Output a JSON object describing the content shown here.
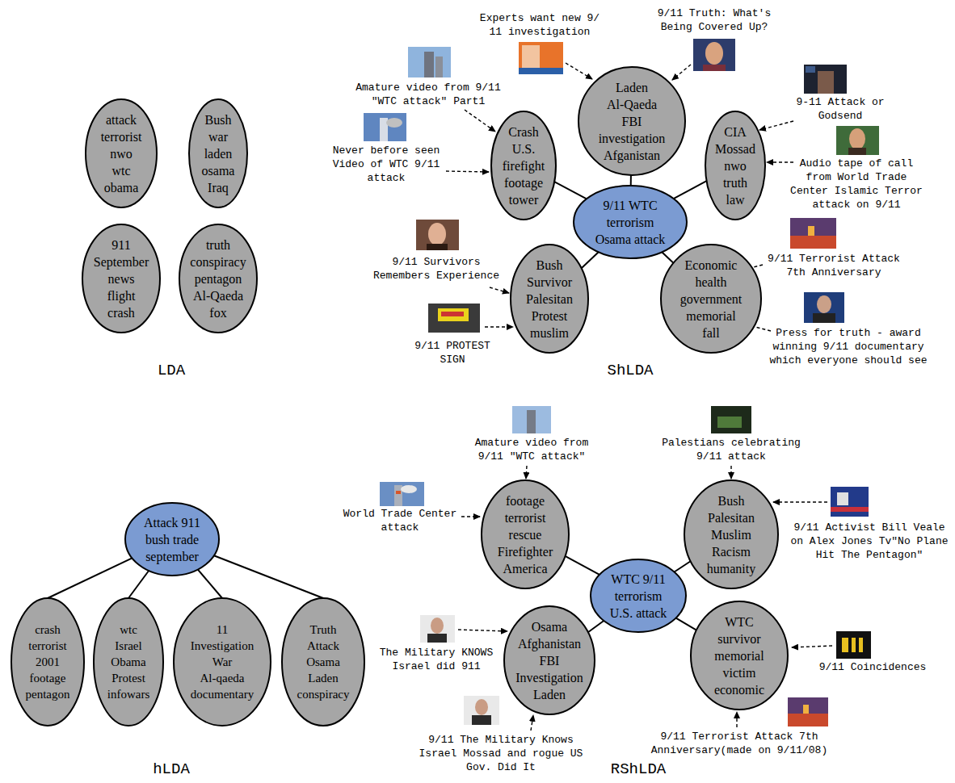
{
  "diagram": {
    "nodes": [
      {
        "text": [
          "attack terrorist nwo wtc obama"
        ]
      },
      {
        "text": [
          "Bush war laden osama Iraq"
        ]
      },
      {
        "text": [
          "911 September news flight crash"
        ]
      },
      {
        "text": [
          "truth conspiracy pentagon Al-Qaeda fox"
        ]
      },
      {
        "text": [
          "Laden Al-Qaeda FBI investigation Afganistan"
        ]
      },
      {
        "text": [
          "Crash U.S. firefight footage tower"
        ]
      },
      {
        "text": [
          "CIA Mossad nwo truth law"
        ]
      },
      {
        "text": [
          "9/11 WTC terrorism Osama attack"
        ]
      },
      {
        "text": [
          "Bush Survivor Palesitan Protest muslim"
        ]
      },
      {
        "text": [
          "Economic health government memorial fall"
        ]
      },
      {
        "text": [
          "Attack 911 bush trade september"
        ]
      },
      {
        "text": [
          "crash terrorist 2001 footage pentagon"
        ]
      },
      {
        "text": [
          "wtc Israel Obama Protest infowars"
        ]
      },
      {
        "text": [
          "11 Investigation War Al-qaeda documentary"
        ]
      },
      {
        "text": [
          "Truth Attack Osama Laden conspiracy"
        ]
      },
      {
        "text": [
          "footage terrorist rescue Firefighter America"
        ]
      },
      {
        "text": [
          "Bush Palesitan Muslim Racism humanity"
        ]
      },
      {
        "text": [
          "WTC 9/11 terrorism U.S. attack"
        ]
      },
      {
        "text": [
          "Osama Afghanistan FBI Investigation Laden"
        ]
      },
      {
        "text": [
          "WTC survivor memorial victim economic"
        ]
      }
    ],
    "edges": [
      {
        "from": 7,
        "to": 4,
        "arrow": "none"
      },
      {
        "from": 7,
        "to": 5,
        "arrow": "none"
      },
      {
        "from": 7,
        "to": 6,
        "arrow": "none"
      },
      {
        "from": 7,
        "to": 8,
        "arrow": "none"
      },
      {
        "from": 7,
        "to": 9,
        "arrow": "none"
      },
      {
        "from": 10,
        "to": 11,
        "arrow": "none"
      },
      {
        "from": 10,
        "to": 12,
        "arrow": "none"
      },
      {
        "from": 10,
        "to": 13,
        "arrow": "none"
      },
      {
        "from": 10,
        "to": 14,
        "arrow": "none"
      },
      {
        "from": 17,
        "to": 15,
        "arrow": "none"
      },
      {
        "from": 17,
        "to": 16,
        "arrow": "none"
      },
      {
        "from": 17,
        "to": 18,
        "arrow": "none"
      },
      {
        "from": 17,
        "to": 19,
        "arrow": "none"
      }
    ],
    "labels": [
      "Experts want new 9/ 11 investigation",
      "9/11 Truth: What's Being Covered Up?",
      "Amature video from 9/11 \"WTC attack\" Part1",
      "Never before seen Video of WTC 9/11 attack",
      "9-11 Attack or Godsend",
      "Audio tape of call from World Trade Center Islamic Terror attack on 9/11",
      "9/11 Terrorist Attack 7th Anniversary",
      "9/11 Survivors Remembers Experience",
      "Press for truth - award winning 9/11 documentary which everyone should see",
      "9/11 PROTEST SIGN",
      "LDA",
      "ShLDA",
      "Amature video from 9/11 \"WTC attack\"",
      "Palestians celebrating 9/11 attack",
      "World Trade Center attack",
      "9/11 Activist Bill Veale on Alex Jones Tv\"No Plane Hit The Pentagon\"",
      "The Military KNOWS Israel did 911",
      "9/11 Coincidences",
      "9/11 The Military Knows Israel Mossad and rogue US Gov. Did It",
      "9/11 Terrorist Attack 7th Anniversary(made on 9/11/08)",
      "hLDA",
      "RShLDA"
    ]
  }
}
